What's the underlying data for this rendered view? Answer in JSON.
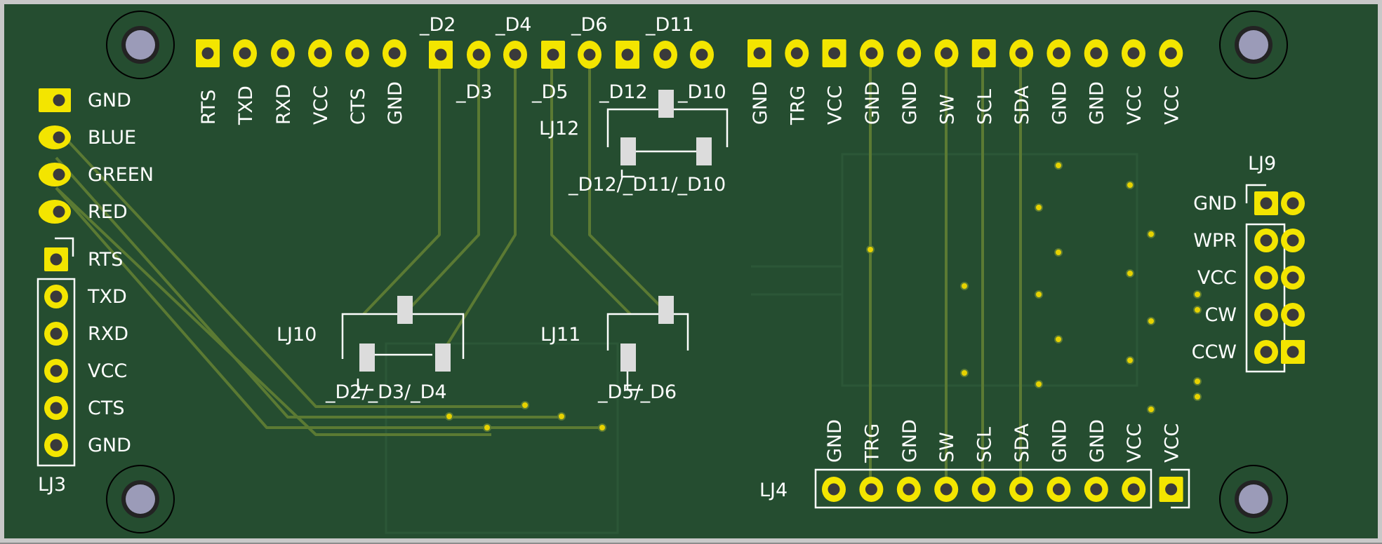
{
  "colors": {
    "board": "#254d30",
    "board_edge": "#c8c8c8",
    "trace": "#5b7a33",
    "pad": "#f3e500",
    "hole": "#3a3a3a",
    "silk": "#ffffff",
    "jumper_pad": "#dcdcdc",
    "mount_hole": "#9b9bb8"
  },
  "top_header": {
    "pins_left": [
      "RTS",
      "TXD",
      "RXD",
      "VCC",
      "CTS",
      "GND"
    ],
    "pins_right": [
      "GND",
      "TRG",
      "VCC",
      "GND",
      "GND",
      "SW",
      "SCL",
      "SDA",
      "GND",
      "GND",
      "VCC",
      "VCC"
    ],
    "upper_labels": [
      "_D2",
      "_D4",
      "_D6",
      "_D11"
    ],
    "lower_labels": [
      "_D3",
      "_D5",
      "_D12",
      "_D10"
    ]
  },
  "rgb_connector": {
    "pins": [
      "GND",
      "BLUE",
      "GREEN",
      "RED"
    ]
  },
  "lj3": {
    "ref": "LJ3",
    "pins": [
      "RTS",
      "TXD",
      "RXD",
      "VCC",
      "CTS",
      "GND"
    ]
  },
  "lj4": {
    "ref": "LJ4",
    "pins": [
      "GND",
      "TRG",
      "GND",
      "SW",
      "SCL",
      "SDA",
      "GND",
      "GND",
      "VCC",
      "VCC"
    ]
  },
  "lj9": {
    "ref": "LJ9",
    "pins": [
      "GND",
      "WPR",
      "VCC",
      "CW",
      "CCW"
    ]
  },
  "lj10": {
    "ref": "LJ10",
    "value": "_D2/_D3/_D4"
  },
  "lj11": {
    "ref": "LJ11",
    "value": "_D5/_D6"
  },
  "lj12": {
    "ref": "LJ12",
    "value": "_D12/_D11/_D10"
  }
}
